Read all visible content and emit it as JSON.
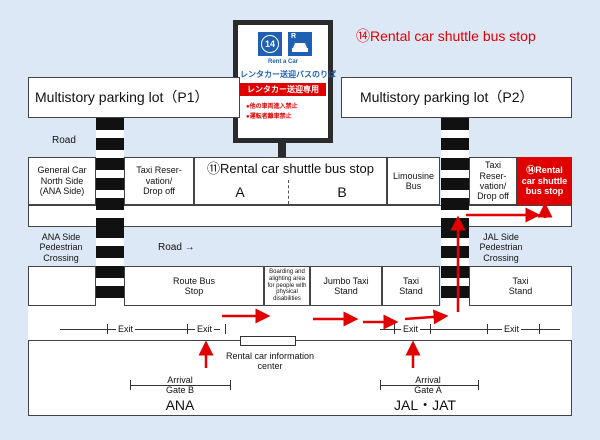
{
  "headline": "⑭Rental car shuttle bus stop",
  "sign": {
    "number": "14",
    "p_mark": "R",
    "rent_label": "Rent a Car",
    "title_jp": "レンタカー送迎バスのりば",
    "band_jp": "レンタカー送迎専用",
    "rule1": "●他の車両進入禁止",
    "rule2": "●運転者離車禁止"
  },
  "parking": {
    "p1": "Multistory parking lot（P1）",
    "p2": "Multistory parking lot（P2）"
  },
  "road_top": "Road",
  "road_mid": "Road →",
  "upper_row": {
    "general_car": "General Car North Side (ANA Side)",
    "taxi_reservation_left": "Taxi Reser- vation/ Drop off",
    "rental_stop_11": "⑪Rental car shuttle bus stop",
    "zone_a": "A",
    "zone_b": "B",
    "limousine": "Limousine Bus",
    "taxi_reservation_right": "Taxi Reser- vation/ Drop off",
    "rental_stop_14": "⑭Rental car shuttle bus stop"
  },
  "middle_row": {
    "ana_crossing": "ANA Side Pedestrian Crossing",
    "jal_crossing": "JAL Side Pedestrian Crossing"
  },
  "lower_row": {
    "route_bus": "Route Bus Stop",
    "boarding": "Boarding and alighting area for people with physical disabilities",
    "jumbo_taxi": "Jumbo Taxi Stand",
    "taxi_stand_left": "Taxi Stand",
    "taxi_stand_right": "Taxi Stand"
  },
  "exits": [
    "Exit",
    "Exit",
    "Exit",
    "Exit"
  ],
  "info_center": "Rental car information center",
  "gates": {
    "b": "Arrival Gate B",
    "a": "Arrival Gate A"
  },
  "airlines": {
    "ana": "ANA",
    "jal": "JAL・JAT"
  },
  "colors": {
    "background": "#dde8f7",
    "accent_red": "#e00000",
    "sign_blue": "#1f5fb4"
  }
}
